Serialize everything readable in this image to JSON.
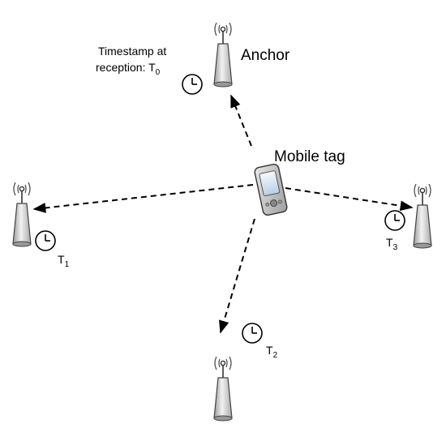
{
  "diagram": {
    "anchor_label": "Anchor",
    "tag_label": "Mobile tag",
    "timestamp_line1": "Timestamp at",
    "timestamp_line2": "reception: T",
    "t0_sub": "0",
    "t1_main": "T",
    "t1_sub": "1",
    "t2_main": "T",
    "t2_sub": "2",
    "t3_main": "T",
    "t3_sub": "3"
  },
  "nodes": [
    {
      "name": "anchor-top",
      "icon": "antenna-icon",
      "clock": "clock-icon-t0"
    },
    {
      "name": "anchor-left",
      "icon": "antenna-icon",
      "clock": "clock-icon-t1"
    },
    {
      "name": "anchor-bottom",
      "icon": "antenna-icon",
      "clock": "clock-icon-t2"
    },
    {
      "name": "anchor-right",
      "icon": "antenna-icon",
      "clock": "clock-icon-t3"
    },
    {
      "name": "mobile-tag",
      "icon": "mobile-device-icon"
    }
  ],
  "colors": {
    "stroke": "#333333",
    "device_fill": "#bfbfbf",
    "screen_fill": "#ddeeff"
  }
}
